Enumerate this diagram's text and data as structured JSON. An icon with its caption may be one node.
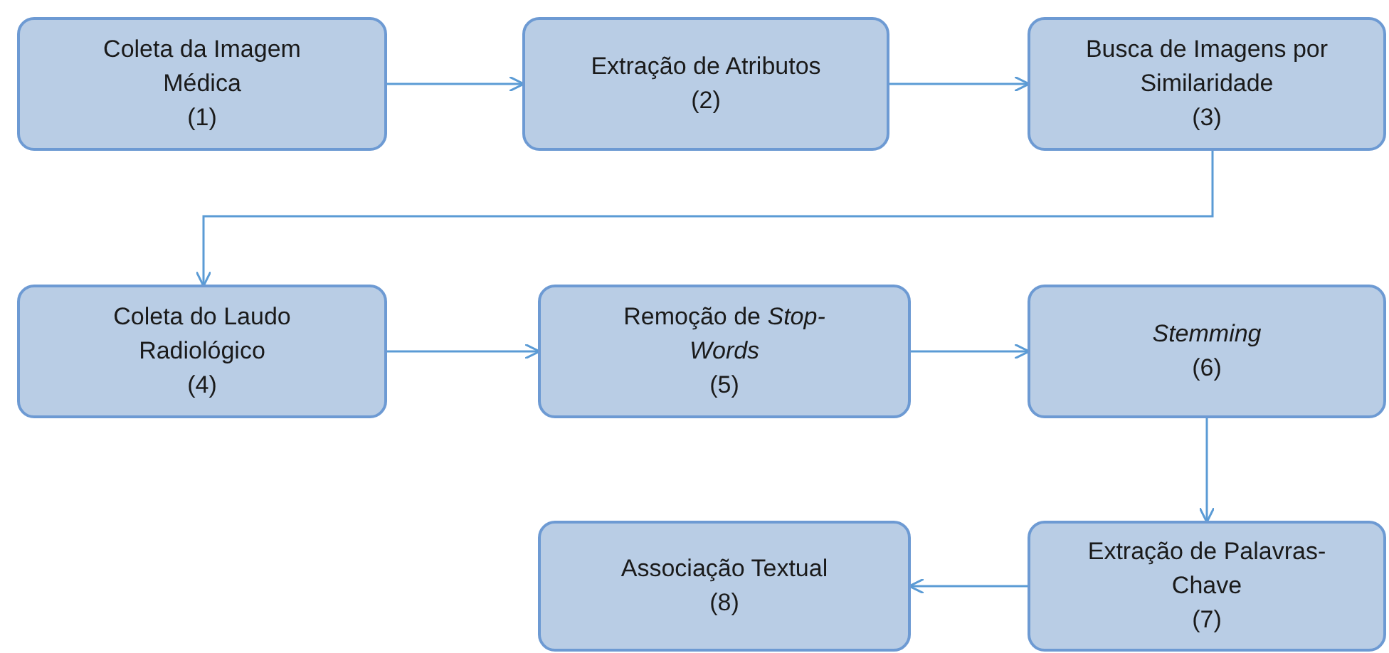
{
  "diagram": {
    "nodes": [
      {
        "text": [
          "Coleta da Imagem Médica",
          "(1)"
        ]
      },
      {
        "text": [
          "Extração de Atributos",
          "(2)"
        ]
      },
      {
        "text": [
          "Busca de Imagens por Similaridade",
          "(3)"
        ]
      },
      {
        "text": [
          "Coleta do Laudo Radiológico",
          "(4)"
        ]
      },
      {
        "text": [
          "Remoção de *Stop-Words*",
          "(5)"
        ]
      },
      {
        "text": [
          "*Stemming*",
          "(6)"
        ]
      },
      {
        "text": [
          "Extração de Palavras-Chave",
          "(7)"
        ]
      },
      {
        "text": [
          "Associação Textual",
          "(8)"
        ]
      }
    ],
    "edges": [
      {
        "from": 0,
        "to": 1,
        "arrow": "to"
      },
      {
        "from": 1,
        "to": 2,
        "arrow": "to"
      },
      {
        "from": 2,
        "to": 3,
        "arrow": "to"
      },
      {
        "from": 3,
        "to": 4,
        "arrow": "to"
      },
      {
        "from": 4,
        "to": 5,
        "arrow": "to"
      },
      {
        "from": 5,
        "to": 6,
        "arrow": "to"
      },
      {
        "from": 6,
        "to": 7,
        "arrow": "to"
      }
    ]
  }
}
